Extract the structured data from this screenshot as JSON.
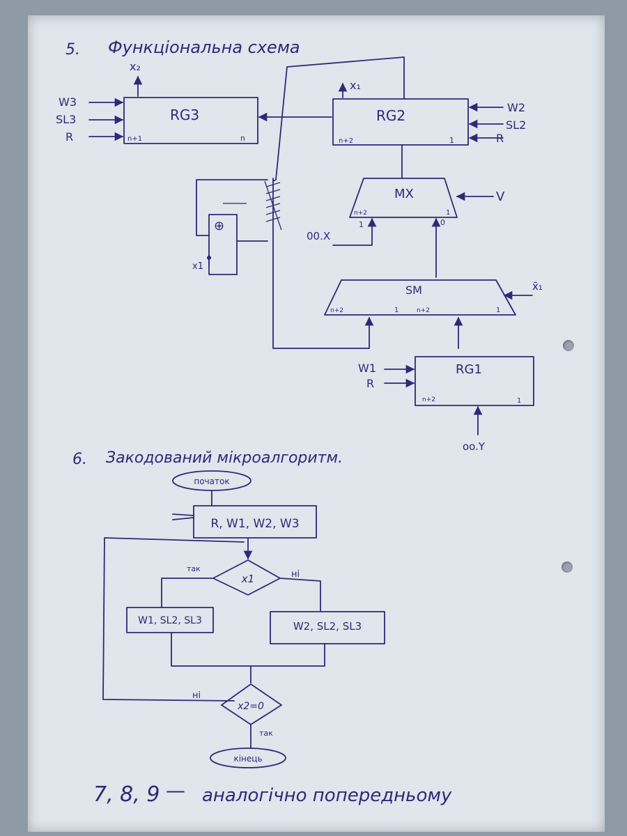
{
  "section5": {
    "number": "5.",
    "title": "Функціональна схема"
  },
  "scheme": {
    "x2": "x₂",
    "x1": "x₁",
    "rg3": {
      "name": "RG3",
      "inputs": [
        "W3",
        "SL3",
        "R"
      ],
      "left_bit": "n+1",
      "right_bit": "n"
    },
    "rg2": {
      "name": "RG2",
      "inputs": [
        "W2",
        "SL2",
        "R"
      ],
      "left_bit": "n+2",
      "right_bit": "1"
    },
    "mx": {
      "name": "MX",
      "control": "V",
      "left_bit": "n+2",
      "right_bit": "1",
      "input_left": "1",
      "input_right": "0"
    },
    "ox": "00.X",
    "sm": {
      "name": "SM",
      "control": "x̄₁",
      "left_bit": "n+2",
      "mid_bit_a": "1",
      "mid_bit_b": "n+2",
      "right_bit": "1"
    },
    "rg1": {
      "name": "RG1",
      "inputs": [
        "W1",
        "R"
      ],
      "left_bit": "n+2",
      "right_bit": "1"
    },
    "oy": "oo.Y",
    "xor_symbol": "⊕",
    "xor_input": "x1"
  },
  "section6": {
    "number": "6.",
    "title": "Закодований мікроалгоритм."
  },
  "flowchart": {
    "start": "початок",
    "init": "R, W1, W2, W3",
    "cond1": "x1",
    "yes1": "так",
    "no1": "ні",
    "left_op": "W1, SL2, SL3",
    "right_op": "W2, SL2, SL3",
    "cond2": "x2=0",
    "no2": "ні",
    "yes2": "так",
    "end": "кінець"
  },
  "footer": {
    "numbers": "7, 8, 9",
    "dash": "—",
    "note": "аналогічно попередньому"
  },
  "colors": {
    "ink": "#2c2a78",
    "paper": "#dfe6ec",
    "background": "#8e9aa6"
  }
}
